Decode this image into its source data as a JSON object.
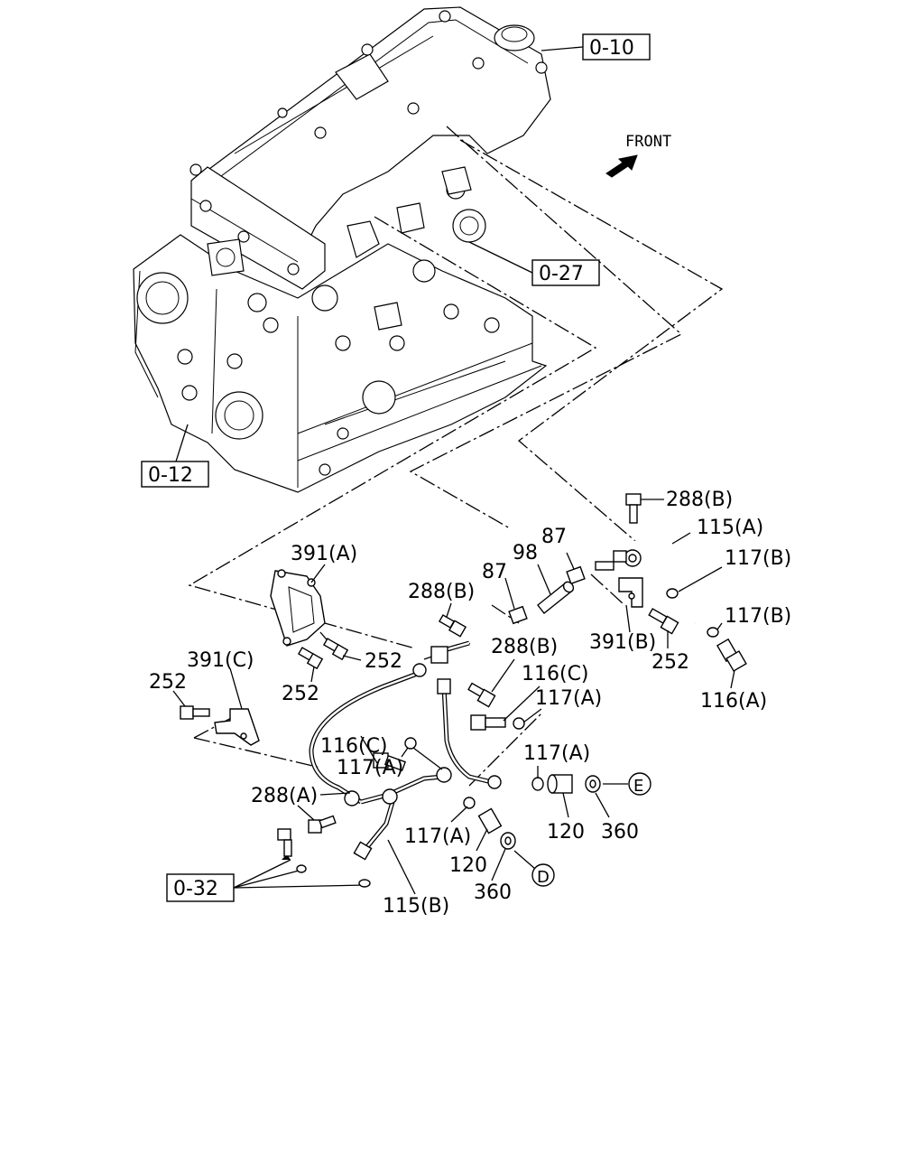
{
  "front_label": "FRONT",
  "reference_boxes": {
    "cylinder_head_cover": "0-10",
    "intake_manifold": "0-27",
    "cylinder_block": "0-12",
    "bracket_ref": "0-32"
  },
  "callouts": {
    "c_288B_top": "288(B)",
    "c_115A": "115(A)",
    "c_117B_1": "117(B)",
    "c_117B_2": "117(B)",
    "c_87_right": "87",
    "c_98": "98",
    "c_87_left": "87",
    "c_391A": "391(A)",
    "c_288B_mid": "288(B)",
    "c_391B": "391(B)",
    "c_252_right": "252",
    "c_116A": "116(A)",
    "c_252_mid": "252",
    "c_252_low": "252",
    "c_288B_low": "288(B)",
    "c_116C_right": "116(C)",
    "c_117A_right": "117(A)",
    "c_391C": "391(C)",
    "c_252_left": "252",
    "c_116C_left": "116(C)",
    "c_117A_left": "117(A)",
    "c_117A_mid": "117(A)",
    "c_288A": "288(A)",
    "c_117A_low": "117(A)",
    "c_120_right": "120",
    "c_360_right": "360",
    "c_120_left": "120",
    "c_360_left": "360",
    "c_115B": "115(B)"
  },
  "connectors": {
    "E": "E",
    "D": "D"
  }
}
